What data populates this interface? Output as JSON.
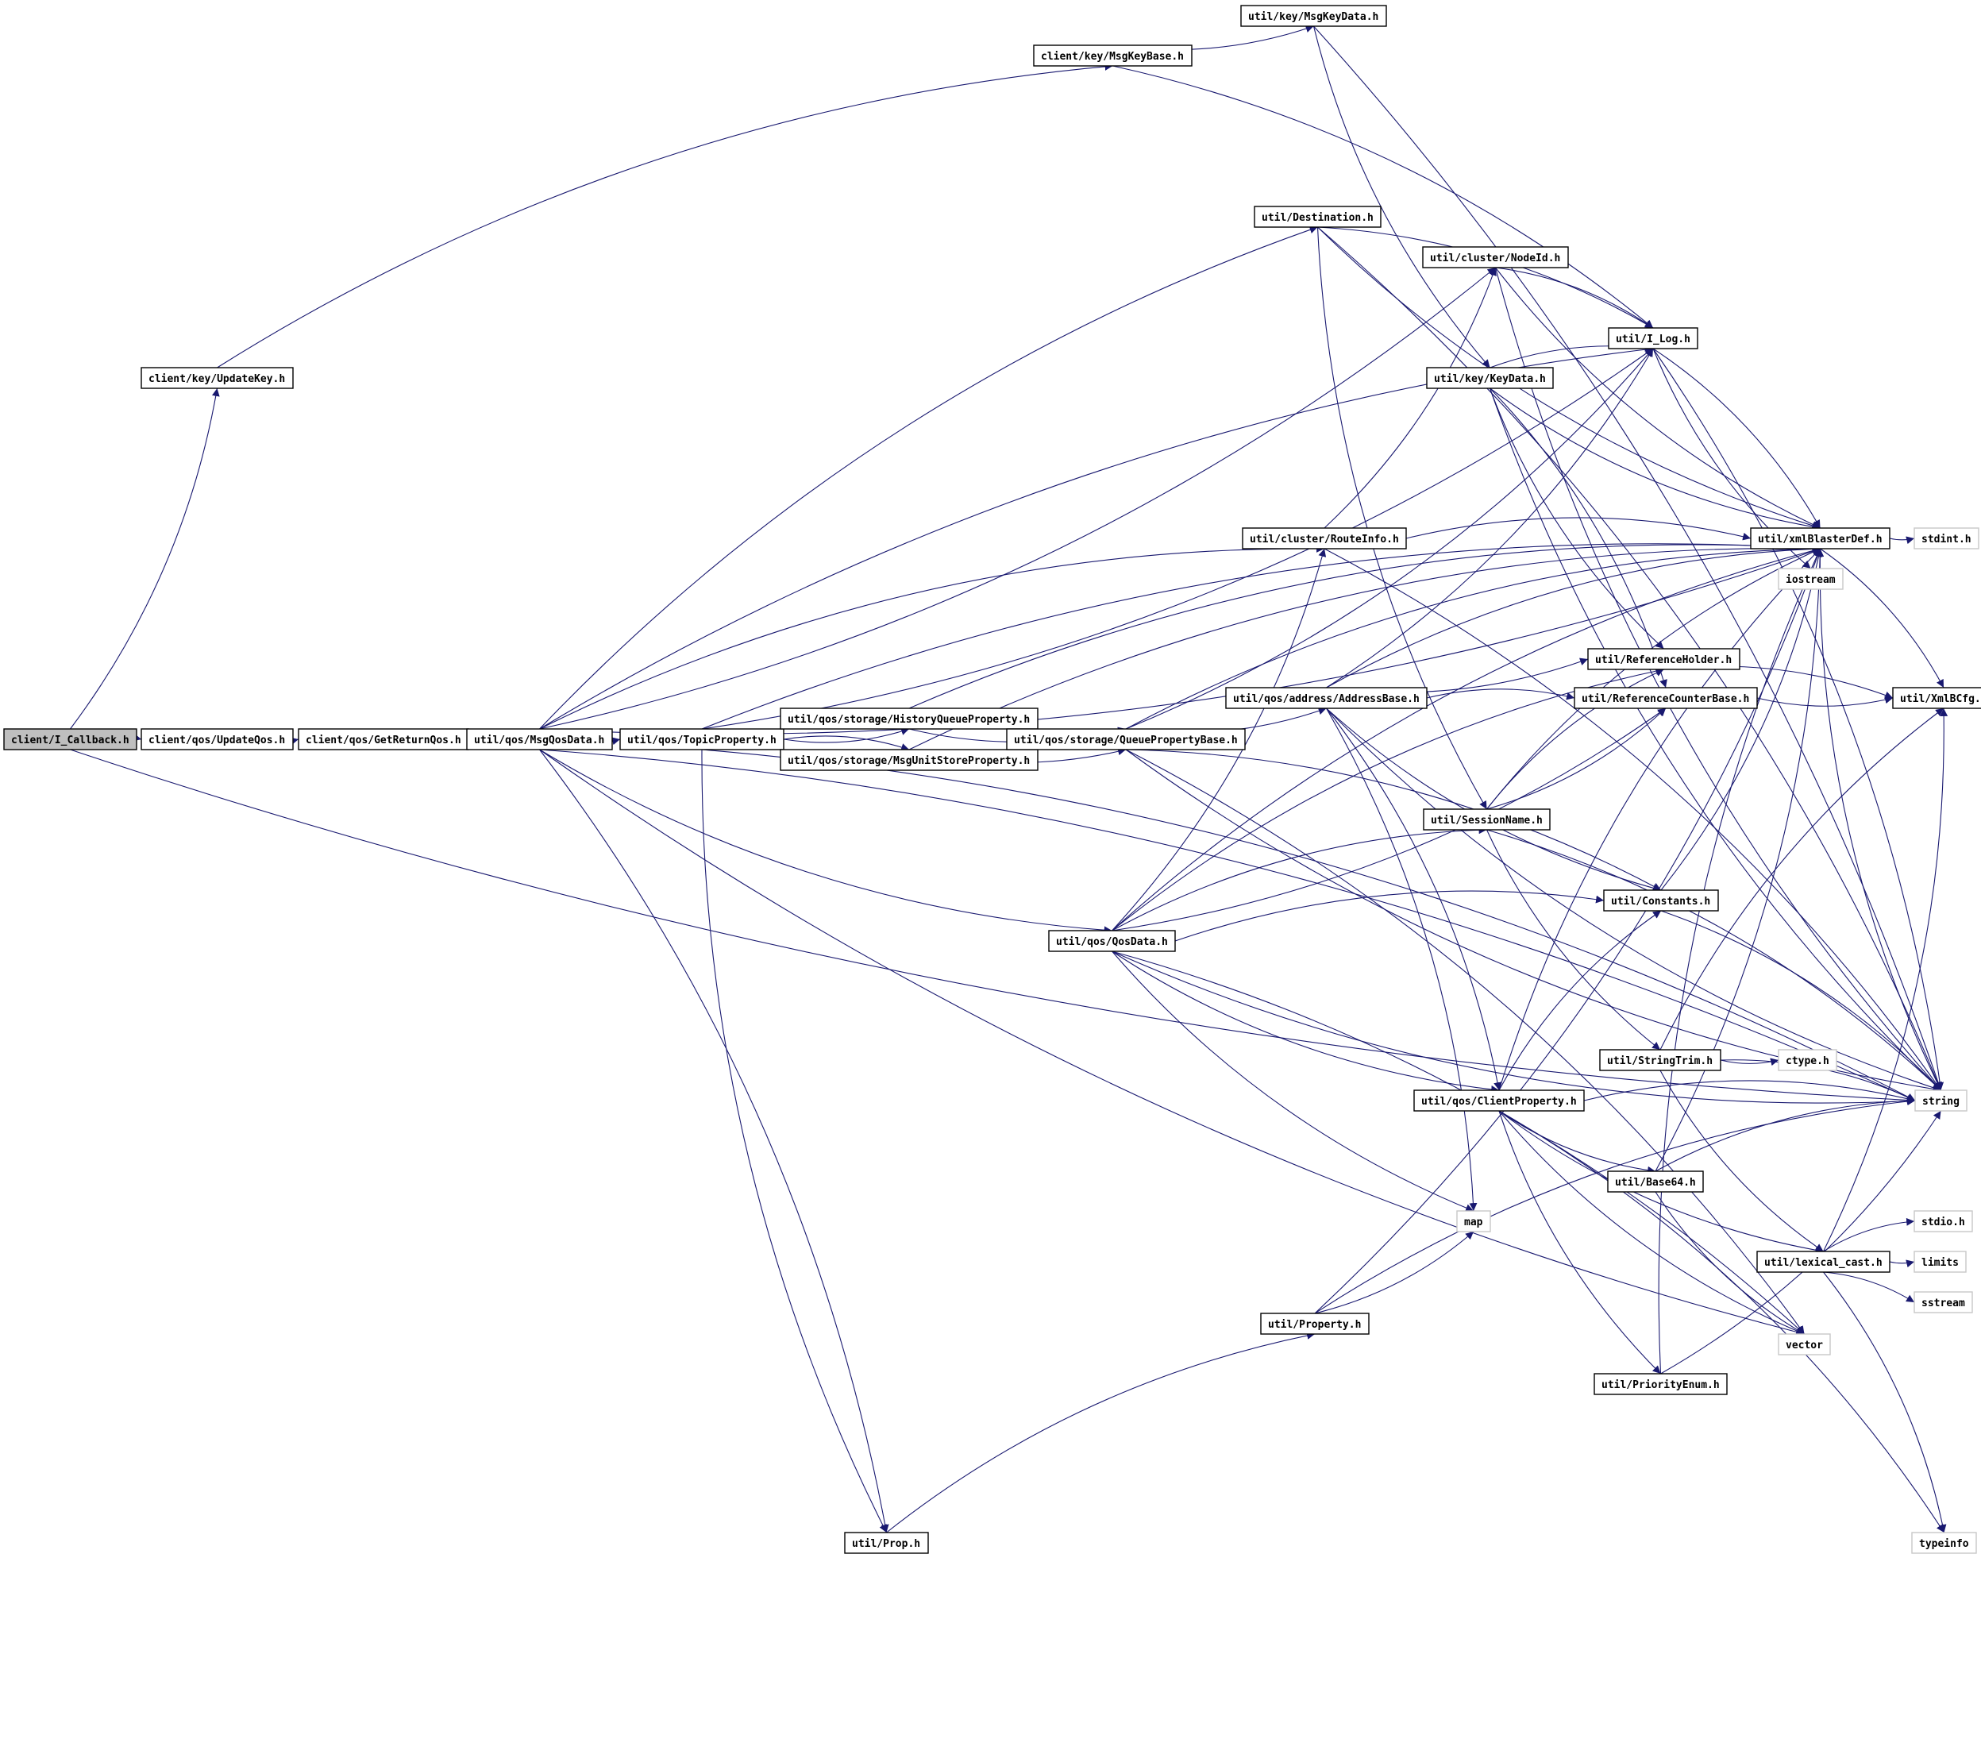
{
  "nodes": [
    {
      "id": "callback",
      "label": "client/I_Callback.h",
      "root": true
    },
    {
      "id": "updatekey",
      "label": "client/key/UpdateKey.h"
    },
    {
      "id": "updateqos",
      "label": "client/qos/UpdateQos.h"
    },
    {
      "id": "getreturnqos",
      "label": "client/qos/GetReturnQos.h"
    },
    {
      "id": "msgqosdata",
      "label": "util/qos/MsgQosData.h"
    },
    {
      "id": "topicprop",
      "label": "util/qos/TopicProperty.h"
    },
    {
      "id": "histqueue",
      "label": "util/qos/storage/HistoryQueueProperty.h"
    },
    {
      "id": "msgunitstore",
      "label": "util/qos/storage/MsgUnitStoreProperty.h"
    },
    {
      "id": "queuepropbase",
      "label": "util/qos/storage/QueuePropertyBase.h"
    },
    {
      "id": "msgkeybase",
      "label": "client/key/MsgKeyBase.h"
    },
    {
      "id": "msgkeydata",
      "label": "util/key/MsgKeyData.h"
    },
    {
      "id": "destination",
      "label": "util/Destination.h"
    },
    {
      "id": "nodeid",
      "label": "util/cluster/NodeId.h"
    },
    {
      "id": "ilog",
      "label": "util/I_Log.h"
    },
    {
      "id": "keydata",
      "label": "util/key/KeyData.h"
    },
    {
      "id": "routeinfo",
      "label": "util/cluster/RouteInfo.h"
    },
    {
      "id": "xmlblasterdef",
      "label": "util/xmlBlasterDef.h"
    },
    {
      "id": "stdint",
      "label": "stdint.h",
      "sys": true
    },
    {
      "id": "iostream",
      "label": "iostream",
      "sys": true
    },
    {
      "id": "refholder",
      "label": "util/ReferenceHolder.h"
    },
    {
      "id": "refcounter",
      "label": "util/ReferenceCounterBase.h"
    },
    {
      "id": "xmlbcfg",
      "label": "util/XmlBCfg.h"
    },
    {
      "id": "addressbase",
      "label": "util/qos/address/AddressBase.h"
    },
    {
      "id": "sessionname",
      "label": "util/SessionName.h"
    },
    {
      "id": "constants",
      "label": "util/Constants.h"
    },
    {
      "id": "qosdata",
      "label": "util/qos/QosData.h"
    },
    {
      "id": "stringtrim",
      "label": "util/StringTrim.h"
    },
    {
      "id": "ctype",
      "label": "ctype.h",
      "sys": true
    },
    {
      "id": "string",
      "label": "string",
      "sys": true
    },
    {
      "id": "clientprop",
      "label": "util/qos/ClientProperty.h"
    },
    {
      "id": "base64",
      "label": "util/Base64.h"
    },
    {
      "id": "map",
      "label": "map",
      "sys": true
    },
    {
      "id": "stdio",
      "label": "stdio.h",
      "sys": true
    },
    {
      "id": "lexicalcast",
      "label": "util/lexical_cast.h"
    },
    {
      "id": "limits",
      "label": "limits",
      "sys": true
    },
    {
      "id": "sstream",
      "label": "sstream",
      "sys": true
    },
    {
      "id": "property",
      "label": "util/Property.h"
    },
    {
      "id": "vector",
      "label": "vector",
      "sys": true
    },
    {
      "id": "priorityenum",
      "label": "util/PriorityEnum.h"
    },
    {
      "id": "prop",
      "label": "util/Prop.h"
    },
    {
      "id": "typeinfo",
      "label": "typeinfo",
      "sys": true
    }
  ],
  "edges": [
    [
      "callback",
      "updatekey"
    ],
    [
      "callback",
      "updateqos"
    ],
    [
      "callback",
      "string"
    ],
    [
      "updatekey",
      "msgkeybase"
    ],
    [
      "updateqos",
      "getreturnqos"
    ],
    [
      "getreturnqos",
      "msgqosdata"
    ],
    [
      "msgkeybase",
      "msgkeydata"
    ],
    [
      "msgkeybase",
      "ilog"
    ],
    [
      "msgkeydata",
      "keydata"
    ],
    [
      "msgkeydata",
      "string"
    ],
    [
      "msgqosdata",
      "topicprop"
    ],
    [
      "msgqosdata",
      "destination"
    ],
    [
      "msgqosdata",
      "nodeid"
    ],
    [
      "msgqosdata",
      "ilog"
    ],
    [
      "msgqosdata",
      "xmlblasterdef"
    ],
    [
      "msgqosdata",
      "routeinfo"
    ],
    [
      "msgqosdata",
      "qosdata"
    ],
    [
      "msgqosdata",
      "prop"
    ],
    [
      "msgqosdata",
      "vector"
    ],
    [
      "msgqosdata",
      "string"
    ],
    [
      "topicprop",
      "histqueue"
    ],
    [
      "topicprop",
      "msgunitstore"
    ],
    [
      "topicprop",
      "ilog"
    ],
    [
      "topicprop",
      "xmlblasterdef"
    ],
    [
      "topicprop",
      "prop"
    ],
    [
      "topicprop",
      "string"
    ],
    [
      "histqueue",
      "queuepropbase"
    ],
    [
      "histqueue",
      "xmlblasterdef"
    ],
    [
      "msgunitstore",
      "queuepropbase"
    ],
    [
      "msgunitstore",
      "xmlblasterdef"
    ],
    [
      "queuepropbase",
      "addressbase"
    ],
    [
      "queuepropbase",
      "xmlblasterdef"
    ],
    [
      "queuepropbase",
      "string"
    ],
    [
      "queuepropbase",
      "vector"
    ],
    [
      "queuepropbase",
      "ilog"
    ],
    [
      "queuepropbase",
      "constants"
    ],
    [
      "destination",
      "xmlblasterdef"
    ],
    [
      "destination",
      "ilog"
    ],
    [
      "destination",
      "sessionname"
    ],
    [
      "destination",
      "string"
    ],
    [
      "nodeid",
      "xmlblasterdef"
    ],
    [
      "nodeid",
      "ilog"
    ],
    [
      "nodeid",
      "string"
    ],
    [
      "ilog",
      "xmlblasterdef"
    ],
    [
      "ilog",
      "iostream"
    ],
    [
      "ilog",
      "string"
    ],
    [
      "keydata",
      "xmlblasterdef"
    ],
    [
      "keydata",
      "ilog"
    ],
    [
      "keydata",
      "refholder"
    ],
    [
      "keydata",
      "refcounter"
    ],
    [
      "keydata",
      "string"
    ],
    [
      "routeinfo",
      "xmlblasterdef"
    ],
    [
      "routeinfo",
      "nodeid"
    ],
    [
      "routeinfo",
      "string"
    ],
    [
      "xmlblasterdef",
      "stdint"
    ],
    [
      "xmlblasterdef",
      "xmlbcfg"
    ],
    [
      "xmlblasterdef",
      "string"
    ],
    [
      "refholder",
      "xmlbcfg"
    ],
    [
      "refcounter",
      "xmlbcfg"
    ],
    [
      "addressbase",
      "xmlblasterdef"
    ],
    [
      "addressbase",
      "refholder"
    ],
    [
      "addressbase",
      "refcounter"
    ],
    [
      "addressbase",
      "constants"
    ],
    [
      "addressbase",
      "clientprop"
    ],
    [
      "addressbase",
      "ilog"
    ],
    [
      "addressbase",
      "map"
    ],
    [
      "addressbase",
      "string"
    ],
    [
      "sessionname",
      "refholder"
    ],
    [
      "sessionname",
      "refcounter"
    ],
    [
      "sessionname",
      "xmlblasterdef"
    ],
    [
      "sessionname",
      "stringtrim"
    ],
    [
      "sessionname",
      "string"
    ],
    [
      "constants",
      "xmlblasterdef"
    ],
    [
      "constants",
      "string"
    ],
    [
      "qosdata",
      "routeinfo"
    ],
    [
      "qosdata",
      "sessionname"
    ],
    [
      "qosdata",
      "clientprop"
    ],
    [
      "qosdata",
      "refholder"
    ],
    [
      "qosdata",
      "refcounter"
    ],
    [
      "qosdata",
      "xmlblasterdef"
    ],
    [
      "qosdata",
      "map"
    ],
    [
      "qosdata",
      "vector"
    ],
    [
      "qosdata",
      "string"
    ],
    [
      "qosdata",
      "constants"
    ],
    [
      "stringtrim",
      "ctype"
    ],
    [
      "stringtrim",
      "xmlbcfg"
    ],
    [
      "stringtrim",
      "lexicalcast"
    ],
    [
      "stringtrim",
      "string"
    ],
    [
      "clientprop",
      "base64"
    ],
    [
      "clientprop",
      "constants"
    ],
    [
      "clientprop",
      "lexicalcast"
    ],
    [
      "clientprop",
      "xmlblasterdef"
    ],
    [
      "clientprop",
      "vector"
    ],
    [
      "clientprop",
      "string"
    ],
    [
      "clientprop",
      "priorityenum"
    ],
    [
      "clientprop",
      "typeinfo"
    ],
    [
      "base64",
      "vector"
    ],
    [
      "base64",
      "string"
    ],
    [
      "base64",
      "xmlblasterdef"
    ],
    [
      "lexicalcast",
      "stdio"
    ],
    [
      "lexicalcast",
      "limits"
    ],
    [
      "lexicalcast",
      "sstream"
    ],
    [
      "lexicalcast",
      "xmlbcfg"
    ],
    [
      "lexicalcast",
      "typeinfo"
    ],
    [
      "property",
      "map"
    ],
    [
      "property",
      "string"
    ],
    [
      "property",
      "xmlblasterdef"
    ],
    [
      "priorityenum",
      "xmlblasterdef"
    ],
    [
      "priorityenum",
      "string"
    ],
    [
      "prop",
      "property"
    ]
  ]
}
